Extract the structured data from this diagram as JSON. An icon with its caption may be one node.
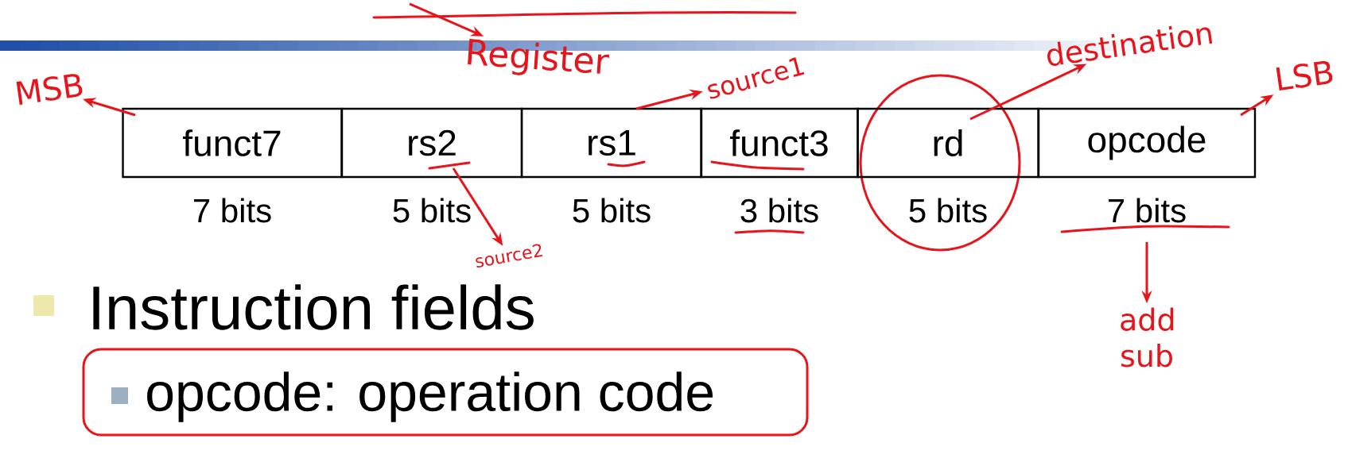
{
  "diagram": {
    "nodes": [
      {
        "text": [
          "funct7"
        ],
        "beside": [
          "7 bits"
        ]
      },
      {
        "text": [
          "rs2"
        ],
        "beside": [
          "5 bits"
        ]
      },
      {
        "text": [
          "rs1"
        ],
        "beside": [
          "5 bits"
        ]
      },
      {
        "text": [
          "funct3"
        ],
        "beside": [
          "3 bits"
        ]
      },
      {
        "text": [
          "rd"
        ],
        "beside": [
          "5 bits"
        ]
      },
      {
        "text": [
          "opcode"
        ],
        "beside": [
          "7 bits"
        ]
      },
      {
        "text": [
          "MSB"
        ]
      },
      {
        "text": [
          "LSB"
        ]
      },
      {
        "text": [
          "Register"
        ]
      },
      {
        "text": [
          "source1"
        ]
      },
      {
        "text": [
          "source2"
        ]
      },
      {
        "text": [
          "destination"
        ]
      },
      {
        "text": [
          "add sub"
        ]
      }
    ],
    "edges": [
      {
        "from": 0,
        "to": 6,
        "arrow": "to"
      },
      {
        "from": 5,
        "to": 7,
        "arrow": "to"
      },
      {
        "from": 2,
        "to": 9,
        "arrow": "to"
      },
      {
        "from": 1,
        "to": 10,
        "arrow": "to"
      },
      {
        "from": 4,
        "to": 11,
        "arrow": "to"
      },
      {
        "from": 5,
        "to": 12,
        "arrow": "to"
      },
      {
        "from": null,
        "to": 8,
        "arrow": "to"
      }
    ],
    "labels": [
      "Instruction fields",
      "opcode: operation code"
    ]
  }
}
